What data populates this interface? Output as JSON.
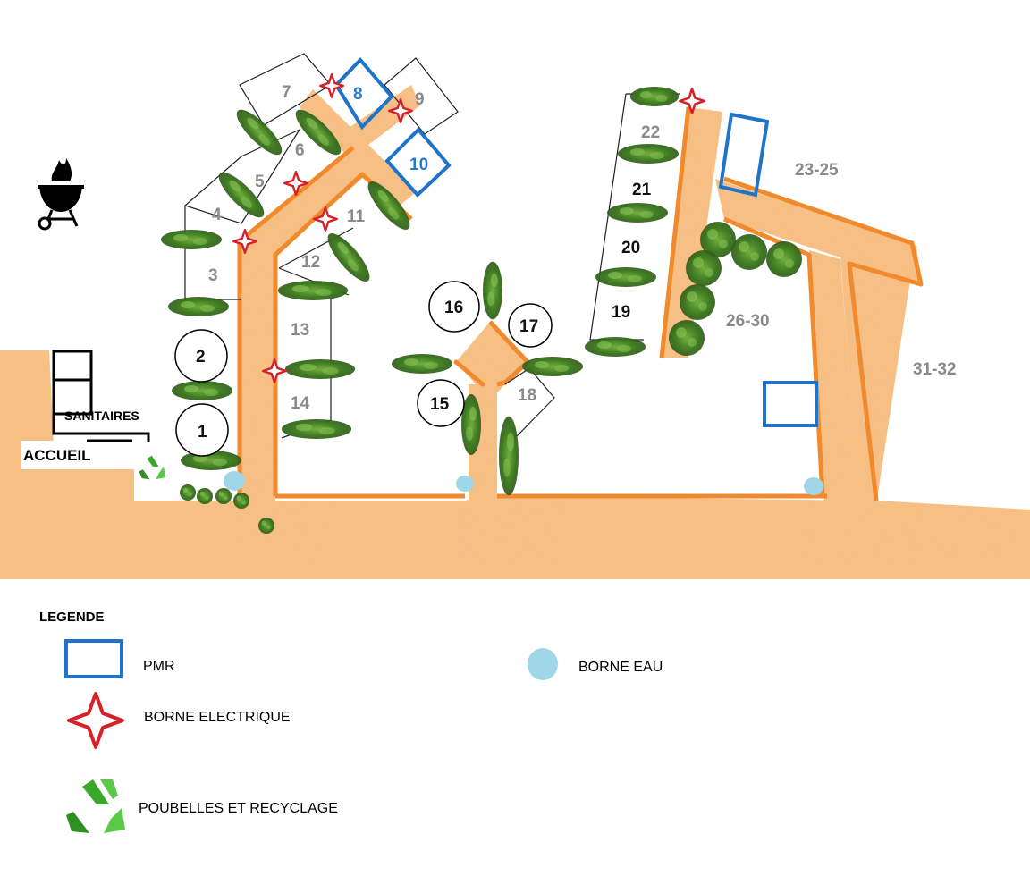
{
  "buildings": {
    "sanitaires": "SANITAIRES",
    "accueil": "ACCUEIL"
  },
  "pitches": [
    "1",
    "2",
    "3",
    "4",
    "5",
    "6",
    "7",
    "8",
    "9",
    "10",
    "11",
    "12",
    "13",
    "14",
    "15",
    "16",
    "17",
    "18",
    "19",
    "20",
    "21",
    "22"
  ],
  "zones": {
    "z23_25": "23-25",
    "z26_30": "26-30",
    "z31_32": "31-32"
  },
  "legend": {
    "title": "LEGENDE",
    "pmr": "PMR",
    "borne_electrique": "BORNE ELECTRIQUE",
    "poubelles": "POUBELLES ET RECYCLAGE",
    "borne_eau": "BORNE EAU"
  },
  "colors": {
    "path": "#f08a2c",
    "hedge": "#4e8a2a",
    "pmr": "#1f74c9",
    "electric": "#d8202a",
    "water": "#9fd6e8",
    "recycle": "#3aa82a"
  },
  "icons": {
    "bbq": "barbecue-icon",
    "recycle": "recycle-icon",
    "electric": "star-icon",
    "water": "water-drop-icon"
  }
}
